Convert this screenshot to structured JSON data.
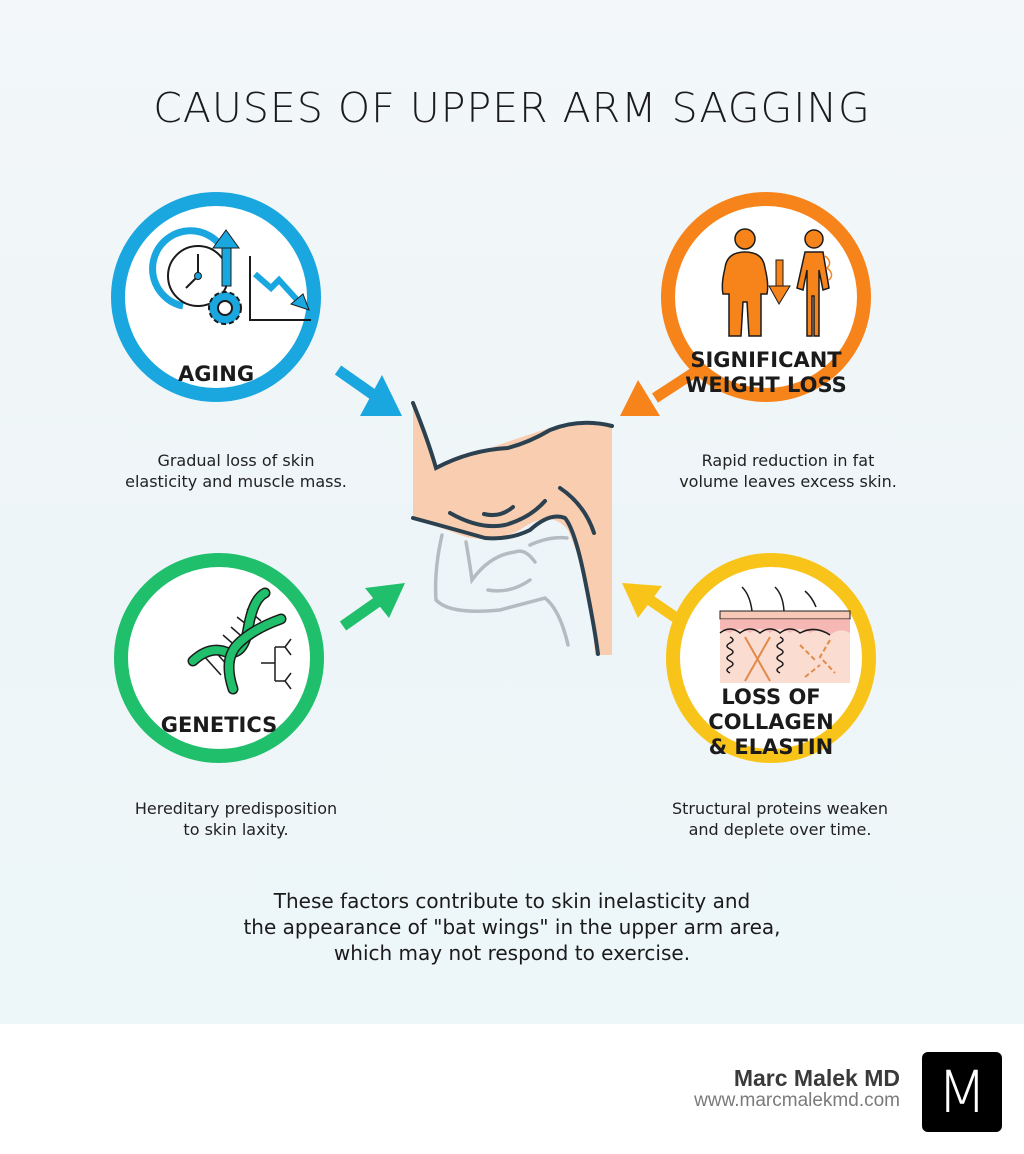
{
  "title": "CAUSES OF UPPER ARM SAGGING",
  "causes": [
    {
      "label": "AGING",
      "description_line1": "Gradual loss of skin",
      "description_line2": "elasticity and muscle mass.",
      "color": "#1aa7e0",
      "icon": "aging-clock-gear-decline-icon"
    },
    {
      "label_line1": "SIGNIFICANT",
      "label_line2": "WEIGHT LOSS",
      "description_line1": "Rapid reduction in fat",
      "description_line2": "volume leaves excess skin.",
      "color": "#f7841b",
      "icon": "weight-loss-figures-icon"
    },
    {
      "label": "GENETICS",
      "description_line1": "Hereditary predisposition",
      "description_line2": "to skin laxity.",
      "color": "#1fbf6c",
      "icon": "dna-icon"
    },
    {
      "label_line1": "LOSS OF",
      "label_line2": "COLLAGEN",
      "label_line3": "& ELASTIN",
      "description_line1": "Structural proteins weaken",
      "description_line2": "and deplete over time.",
      "color": "#f8c41a",
      "icon": "skin-layers-icon"
    }
  ],
  "summary": {
    "line1": "These factors contribute to skin inelasticity and",
    "line2": "the appearance of \"bat wings\" in the upper arm area,",
    "line3": "which may not respond to exercise."
  },
  "footer": {
    "brand_name": "Marc Malek MD",
    "url": "www.marcmalekmd.com",
    "logo_letter": "M"
  },
  "colors": {
    "arm_skin": "#f9cdb0",
    "outline": "#2b4150",
    "muscle_outline": "#b4bcc2"
  }
}
